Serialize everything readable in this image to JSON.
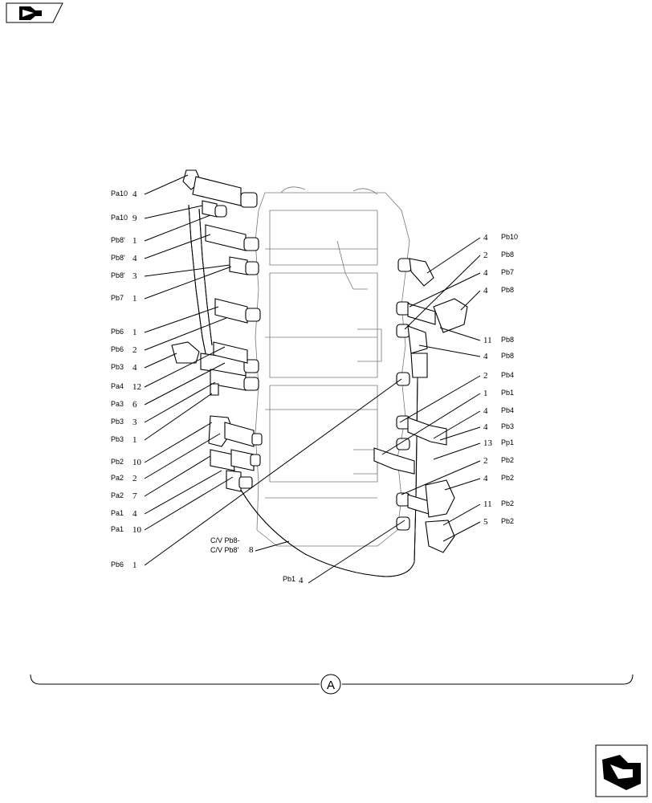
{
  "left_labels": [
    {
      "code": "Pa10",
      "num": "4"
    },
    {
      "code": "Pa10",
      "num": "9"
    },
    {
      "code": "Pb8'",
      "num": "1"
    },
    {
      "code": "Pb8'",
      "num": "4"
    },
    {
      "code": "Pb8'",
      "num": "3"
    },
    {
      "code": "Pb7",
      "num": "1"
    },
    {
      "code": "Pb6",
      "num": "1"
    },
    {
      "code": "Pb6",
      "num": "2"
    },
    {
      "code": "Pb3",
      "num": "4"
    },
    {
      "code": "Pa4",
      "num": "12"
    },
    {
      "code": "Pa3",
      "num": "6"
    },
    {
      "code": "Pb3",
      "num": "3"
    },
    {
      "code": "Pb3",
      "num": "1"
    },
    {
      "code": "Pb2",
      "num": "10"
    },
    {
      "code": "Pa2",
      "num": "2"
    },
    {
      "code": "Pa2",
      "num": "7"
    },
    {
      "code": "Pa1",
      "num": "4"
    },
    {
      "code": "Pa1",
      "num": "10"
    },
    {
      "code": "Pb6",
      "num": "1"
    }
  ],
  "right_labels": [
    {
      "num": "4",
      "code": "Pb10"
    },
    {
      "num": "2",
      "code": "Pb8"
    },
    {
      "num": "4",
      "code": "Pb7"
    },
    {
      "num": "4",
      "code": "Pb8"
    },
    {
      "num": "11",
      "code": "Pb8"
    },
    {
      "num": "4",
      "code": "Pb8"
    },
    {
      "num": "2",
      "code": "Pb4"
    },
    {
      "num": "1",
      "code": "Pb1"
    },
    {
      "num": "4",
      "code": "Pb4"
    },
    {
      "num": "4",
      "code": "Pb3"
    },
    {
      "num": "13",
      "code": "Pp1"
    },
    {
      "num": "2",
      "code": "Pb2"
    },
    {
      "num": "4",
      "code": "Pb2"
    },
    {
      "num": "11",
      "code": "Pb2"
    },
    {
      "num": "5",
      "code": "Pb2"
    }
  ],
  "bottom_labels": {
    "cv_line1": "C/V Pb8-",
    "cv_line2": "C/V Pb8'",
    "cv_num": "8",
    "pb1_code": "Pb1",
    "pb1_num": "4"
  },
  "callout_letter": "A",
  "icons": {
    "top_left": "back-arrow-icon",
    "bottom_right": "next-arrow-icon"
  }
}
